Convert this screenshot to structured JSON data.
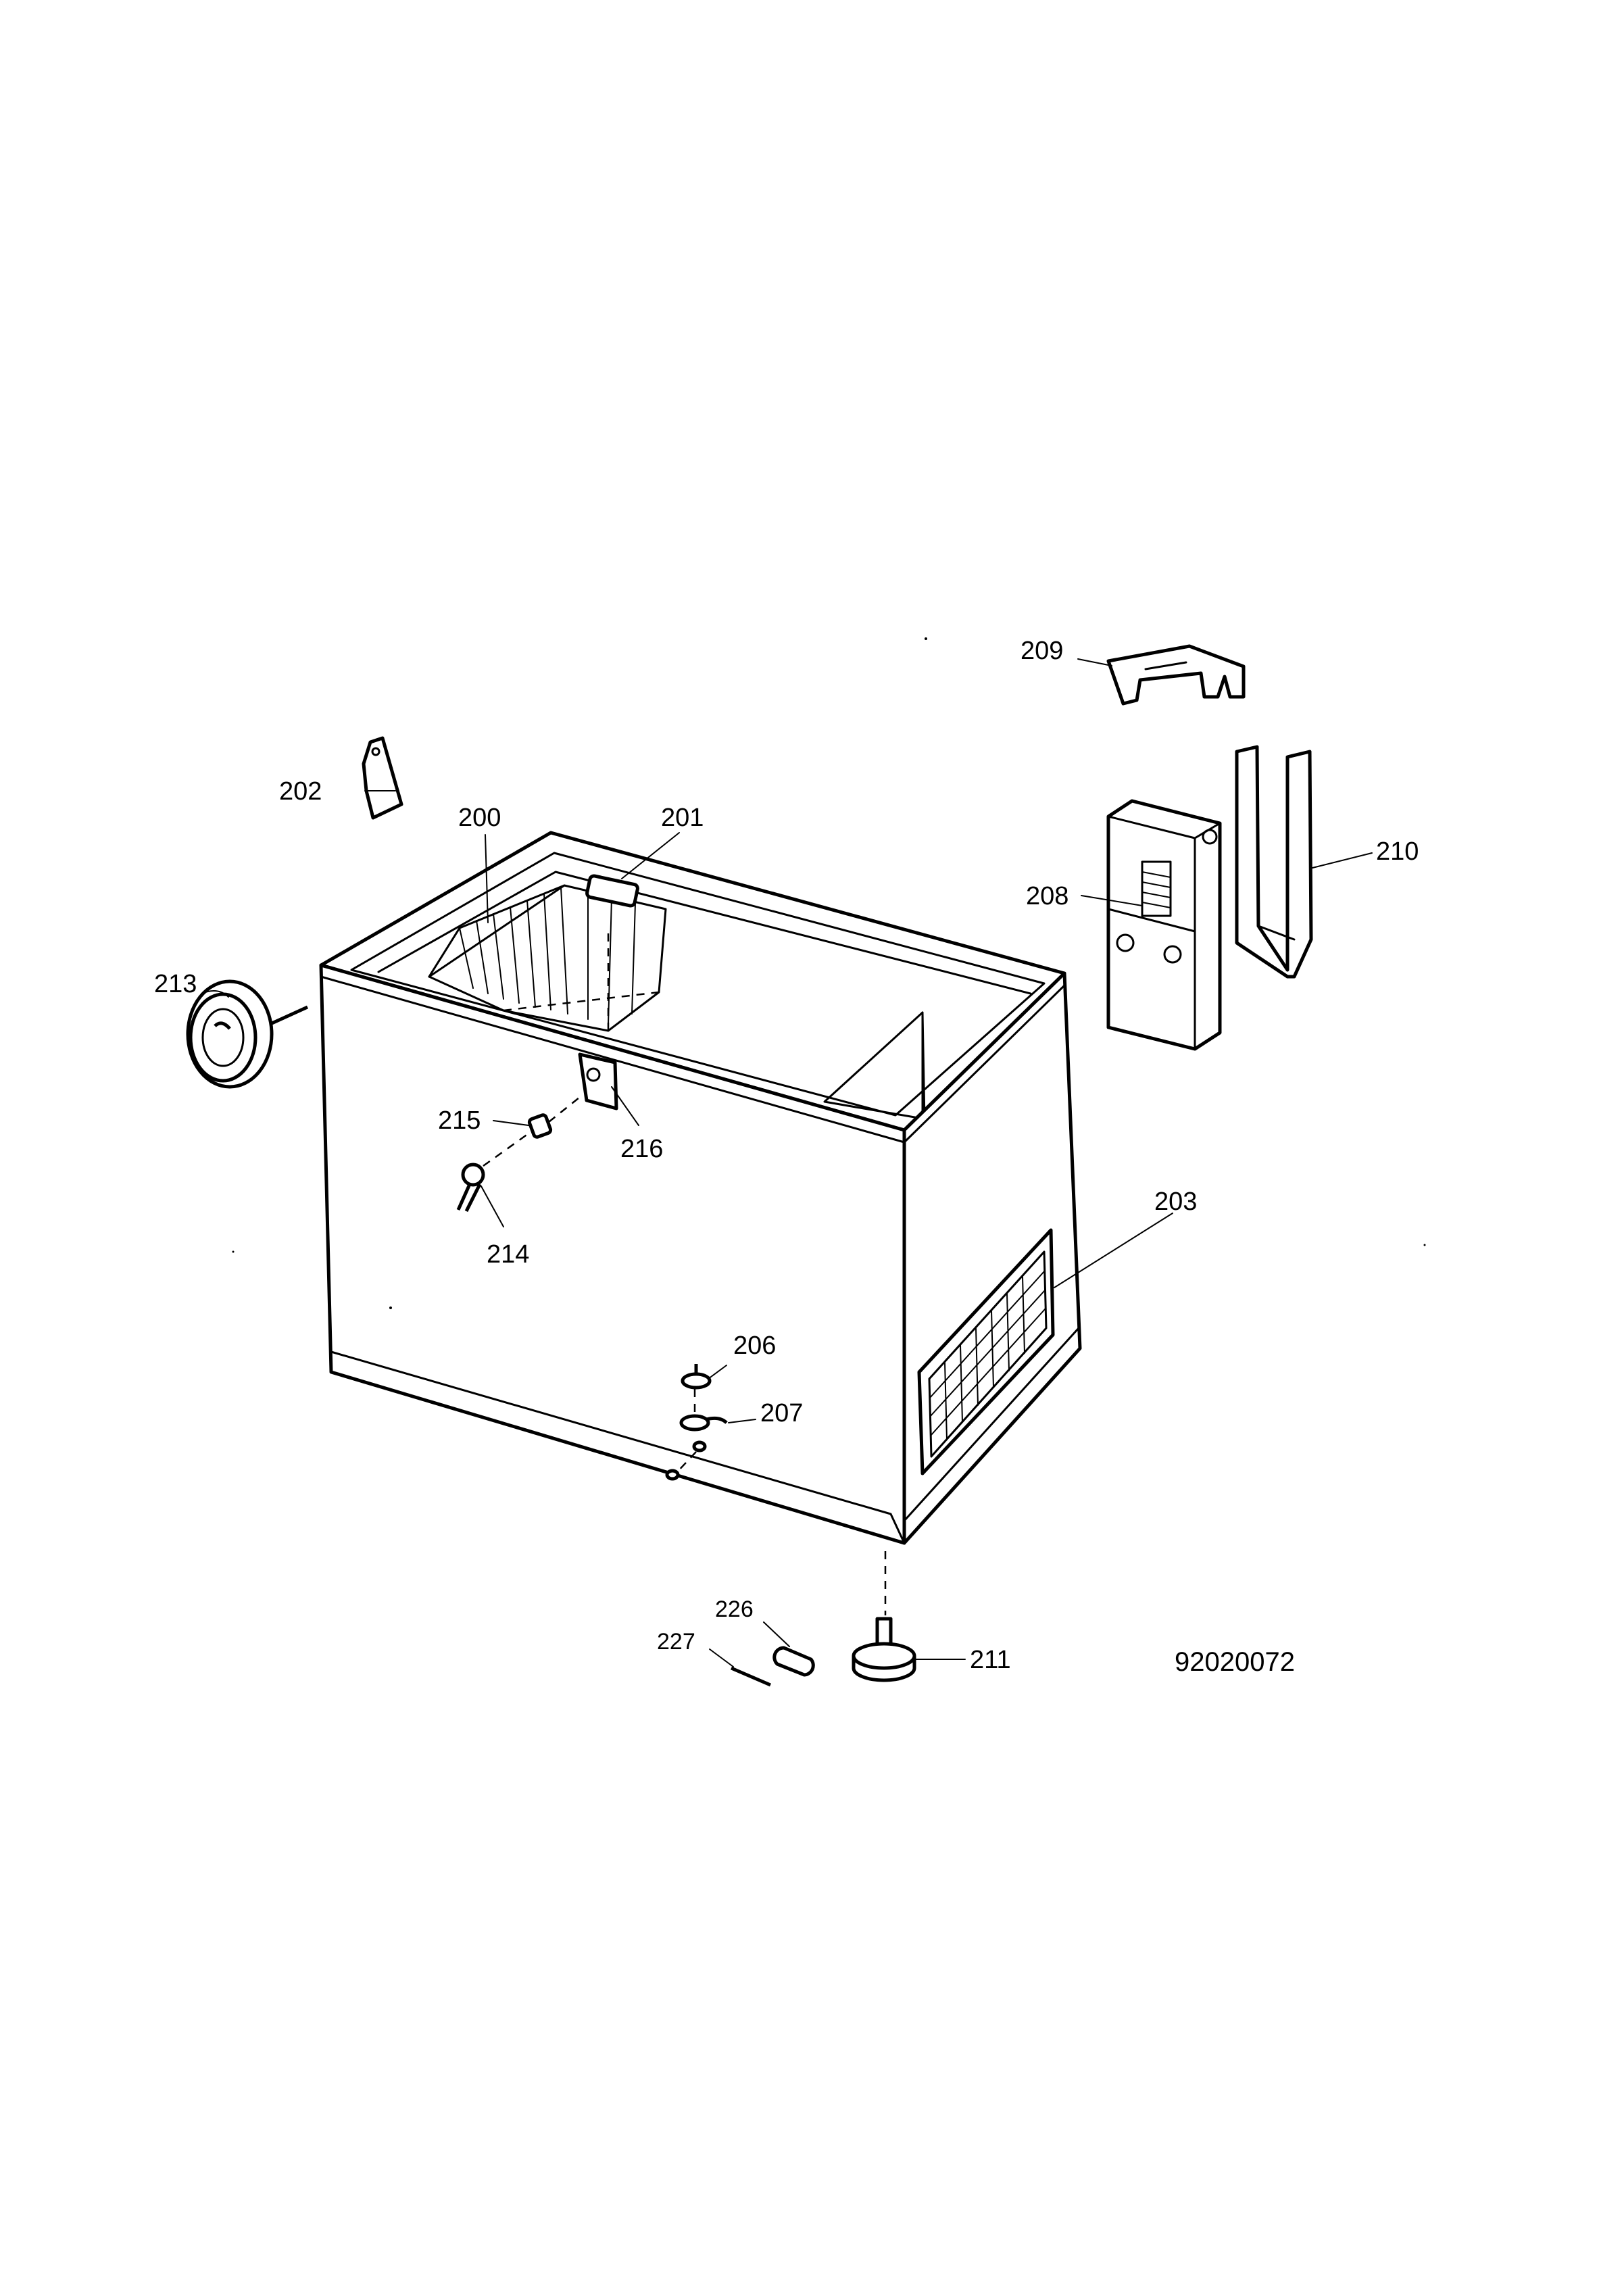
{
  "drawing_code": "92020072",
  "callouts": {
    "c200": "200",
    "c201": "201",
    "c202": "202",
    "c203": "203",
    "c206": "206",
    "c207": "207",
    "c208": "208",
    "c209": "209",
    "c210": "210",
    "c211": "211",
    "c213": "213",
    "c214": "214",
    "c215": "215",
    "c216": "216",
    "c226": "226",
    "c227": "227"
  }
}
